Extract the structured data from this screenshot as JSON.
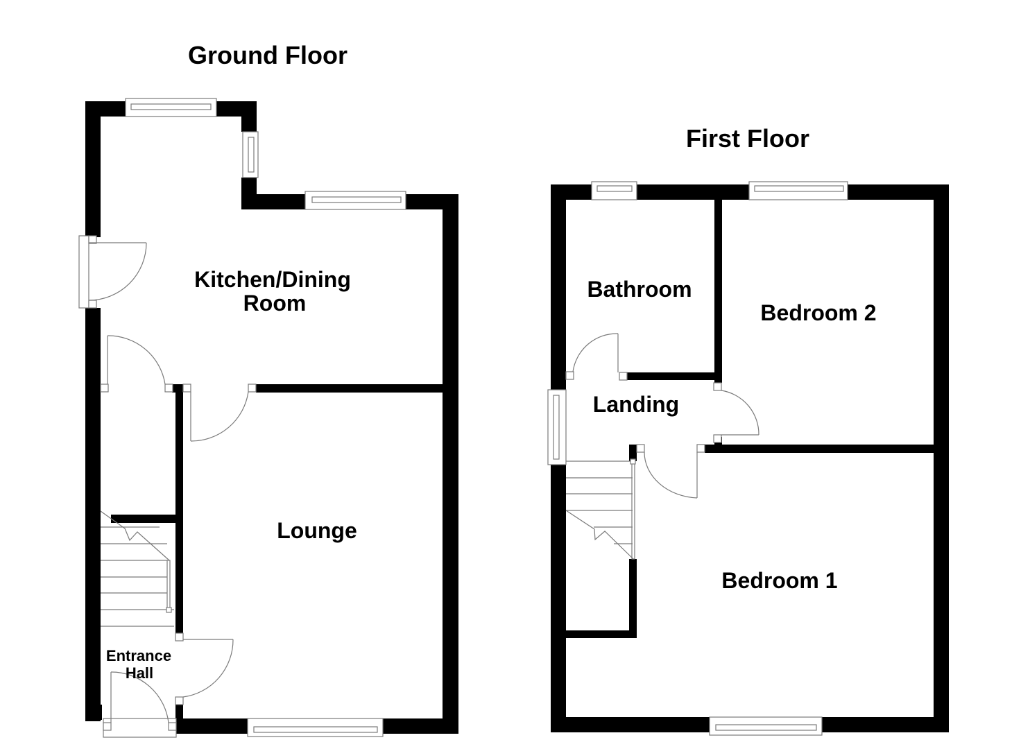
{
  "colors": {
    "wall": "#000000",
    "background": "#ffffff",
    "fixture_line": "#7a7a7a"
  },
  "floors": {
    "ground": {
      "title": "Ground Floor",
      "rooms": {
        "kitchen_line1": "Kitchen/Dining",
        "kitchen_line2": "Room",
        "lounge": "Lounge",
        "entrance_line1": "Entrance",
        "entrance_line2": "Hall"
      }
    },
    "first": {
      "title": "First Floor",
      "rooms": {
        "bathroom": "Bathroom",
        "bedroom2": "Bedroom 2",
        "landing": "Landing",
        "bedroom1": "Bedroom 1"
      }
    }
  }
}
